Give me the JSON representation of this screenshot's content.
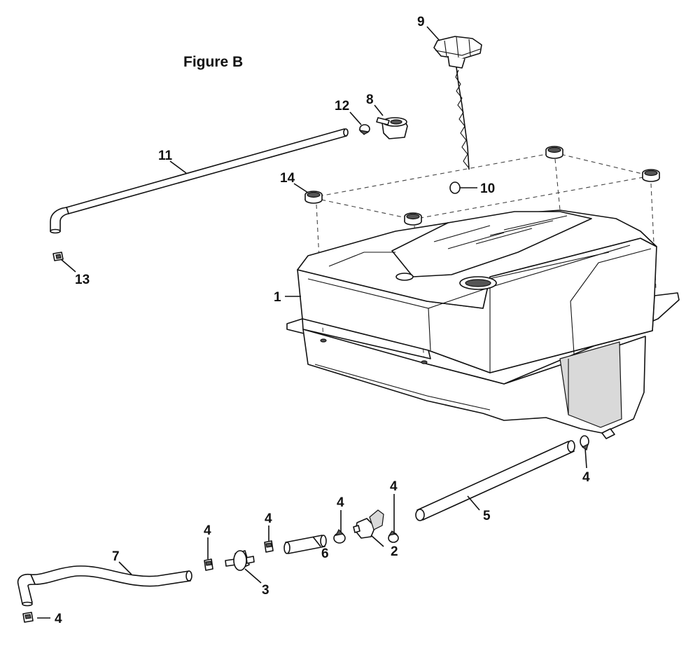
{
  "figure_title": "Figure B",
  "callouts": {
    "c1": "1",
    "c2": "2",
    "c3": "3",
    "c4a": "4",
    "c4b": "4",
    "c4c": "4",
    "c4d": "4",
    "c4e": "4",
    "c4f": "4",
    "c5": "5",
    "c6": "6",
    "c7": "7",
    "c8": "8",
    "c9": "9",
    "c10": "10",
    "c11": "11",
    "c12": "12",
    "c13": "13",
    "c14": "14"
  }
}
